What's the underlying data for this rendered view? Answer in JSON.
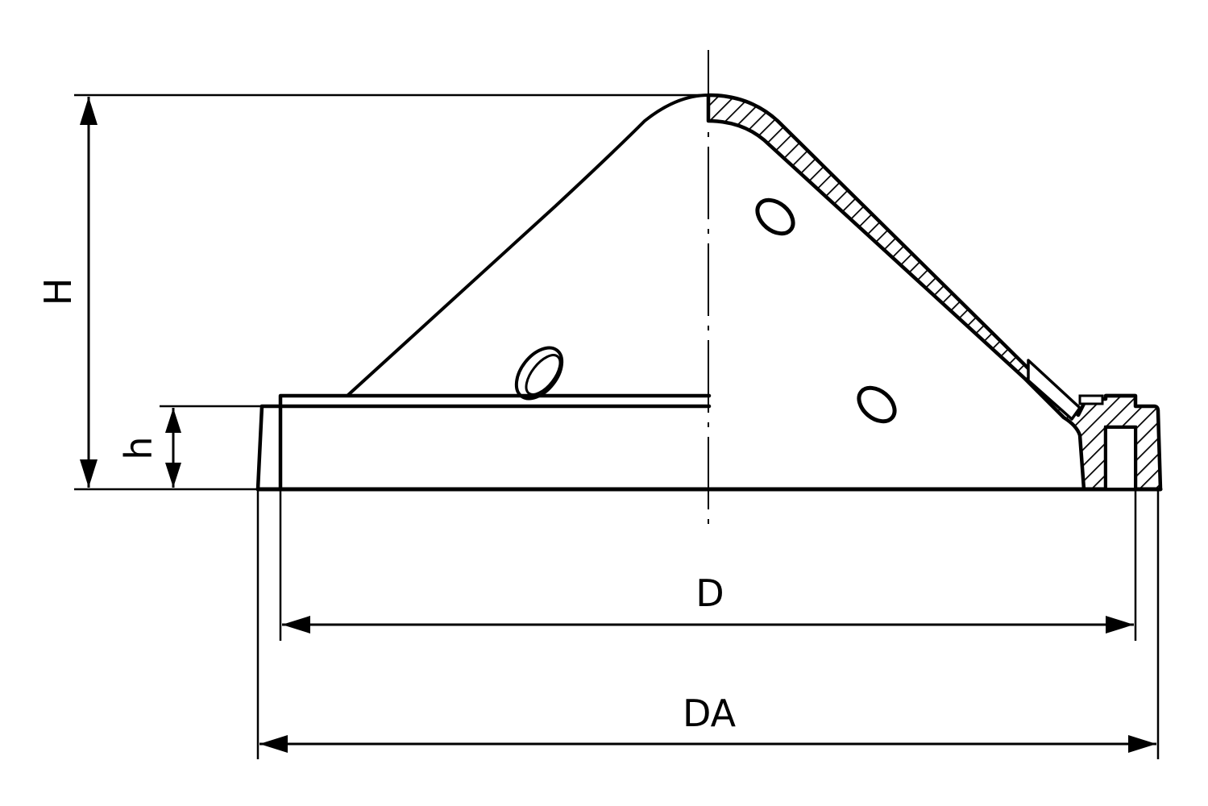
{
  "diagram": {
    "type": "technical-drawing",
    "subject": "conical cover / dome with hatched half-section",
    "colors": {
      "line": "#000000",
      "background": "#ffffff"
    },
    "dimensions": {
      "height_total": {
        "label": "H",
        "orientation": "vertical"
      },
      "height_base": {
        "label": "h",
        "orientation": "vertical"
      },
      "diameter_inner": {
        "label": "D",
        "orientation": "horizontal"
      },
      "diameter_outer": {
        "label": "DA",
        "orientation": "horizontal"
      }
    },
    "features": [
      "center-line",
      "section-hatching",
      "oval-holes",
      "base-rim"
    ]
  }
}
